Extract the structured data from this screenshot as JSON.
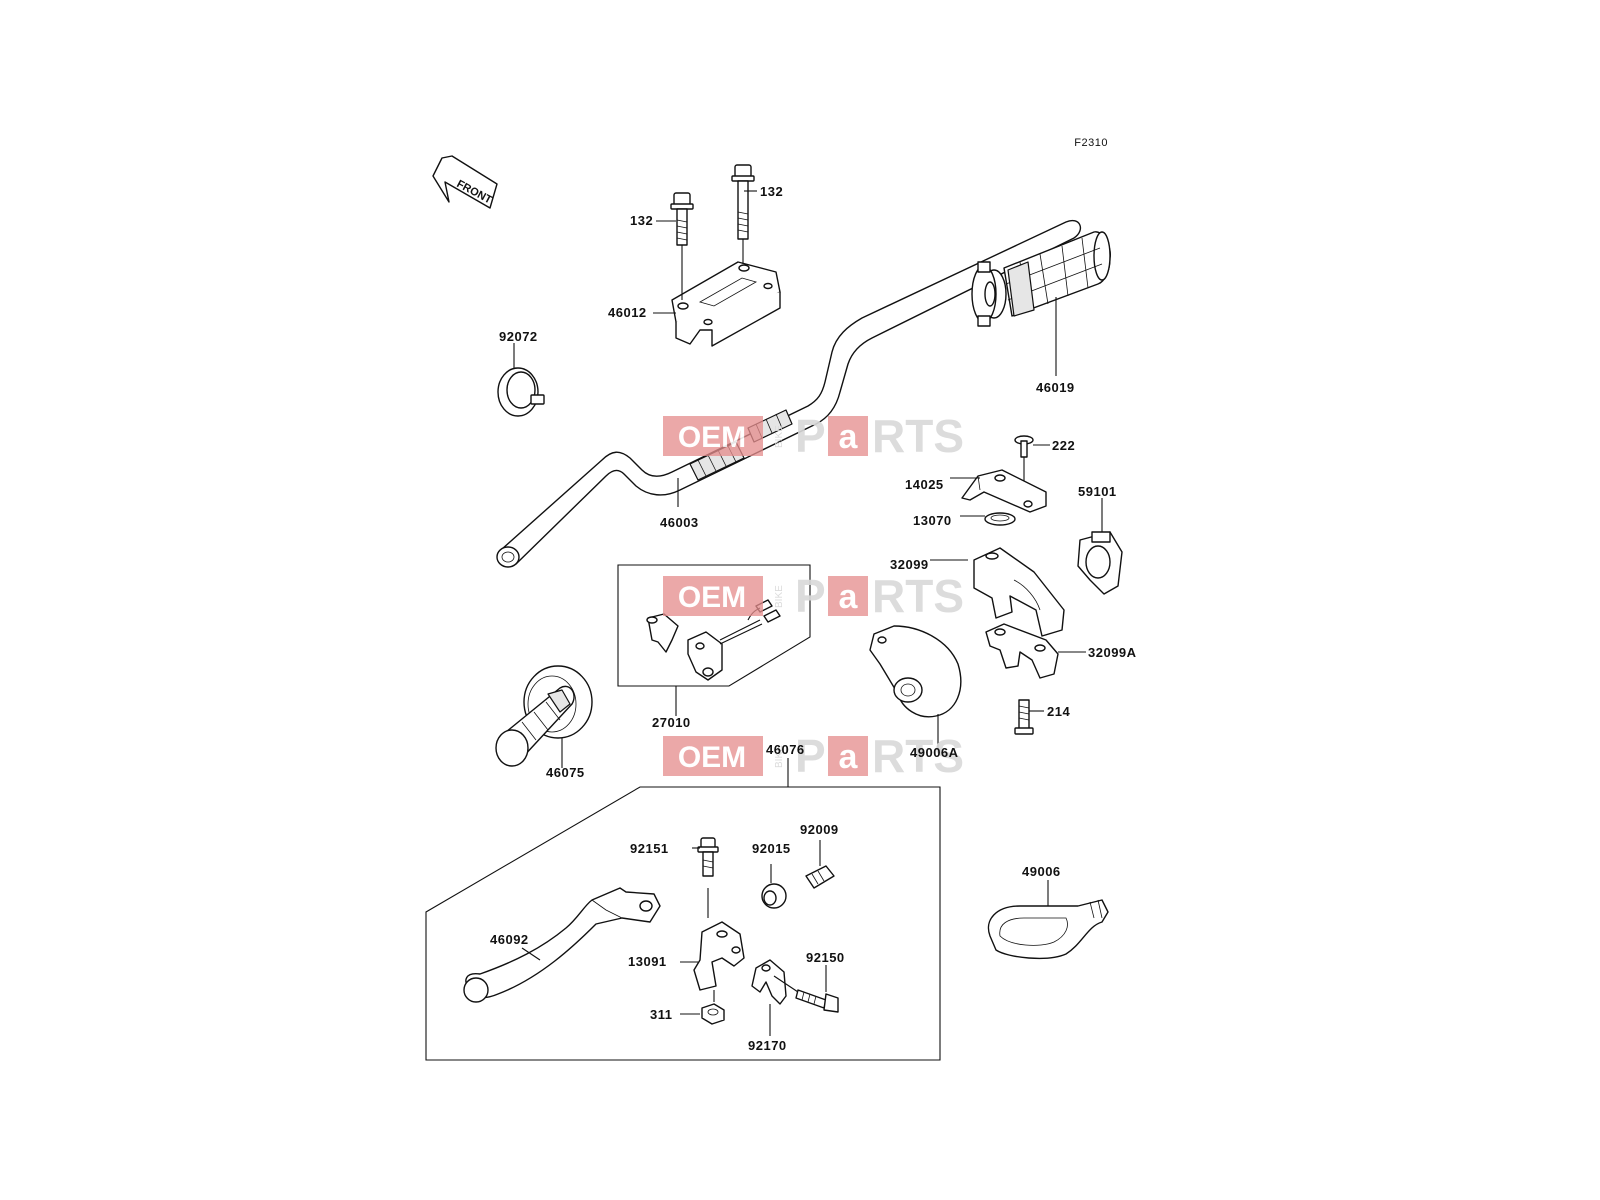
{
  "figure_code": "F2310",
  "front_label": "FRONT",
  "watermark": {
    "oem": "OEM",
    "bike": "BIKE",
    "p": "P",
    "a": "a",
    "rts": "RTS"
  },
  "labels": {
    "l132a": "132",
    "l132b": "132",
    "l46012": "46012",
    "l92072": "92072",
    "l46003": "46003",
    "l46019": "46019",
    "l222": "222",
    "l14025": "14025",
    "l13070": "13070",
    "l59101": "59101",
    "l32099": "32099",
    "l32099A": "32099A",
    "l214": "214",
    "l49006A": "49006A",
    "l27010": "27010",
    "l46075": "46075",
    "l46076": "46076",
    "l92151": "92151",
    "l92015": "92015",
    "l92009": "92009",
    "l46092": "46092",
    "l13091": "13091",
    "l92150": "92150",
    "l311": "311",
    "l92170": "92170",
    "l49006": "49006"
  }
}
